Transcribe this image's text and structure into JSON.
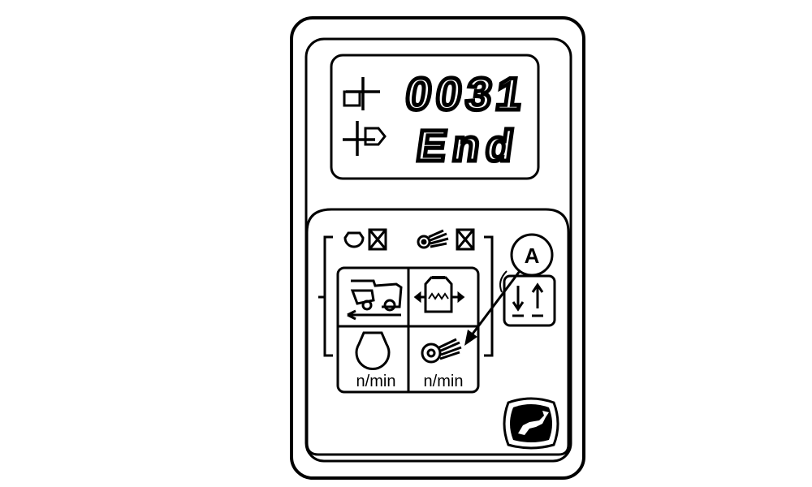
{
  "display": {
    "top_value": "0031",
    "bottom_value": "End"
  },
  "callout": {
    "label": "A"
  },
  "buttons": {
    "engine_speed_unit": "n/min",
    "rotor_speed_unit": "n/min"
  },
  "icons": {
    "row1": "counter-icon",
    "row2": "flag-icon",
    "engine_warning": "engine-crossed-icon",
    "rotor_warning": "rotor-crossed-icon",
    "ground_speed": "harvester-travel-icon",
    "grain_tank": "grain-tank-icon",
    "engine_speed": "engine-speed-icon",
    "rotor_speed": "rotor-speed-icon",
    "up_down": "up-down-arrows-icon",
    "logo": "deer-logo"
  },
  "colors": {
    "line": "#000000",
    "background": "#ffffff"
  }
}
